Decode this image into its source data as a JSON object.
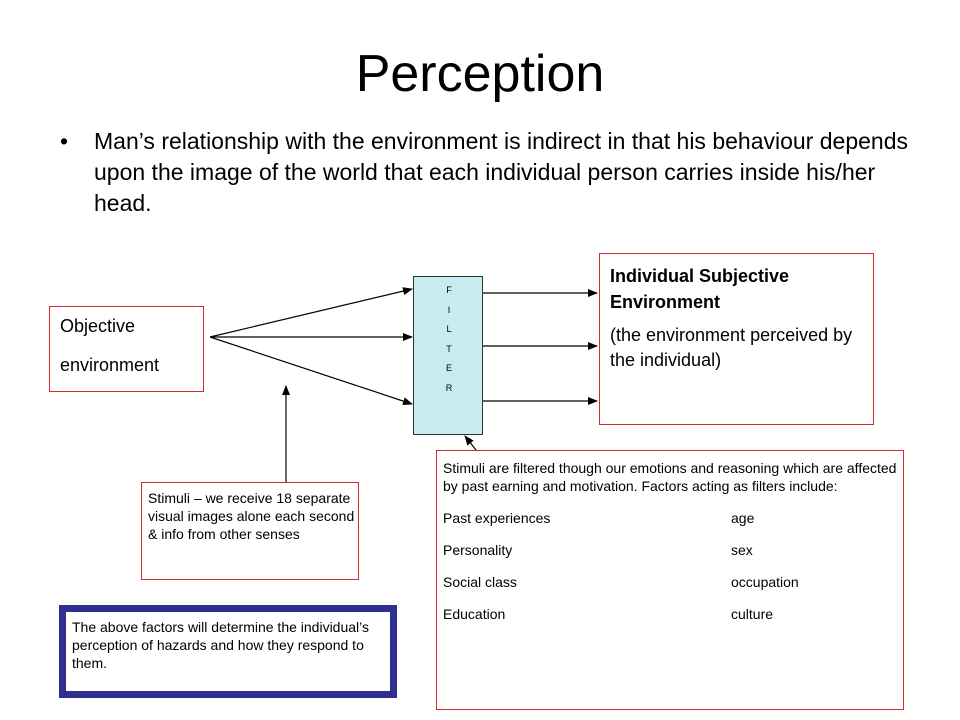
{
  "slide": {
    "title": "Perception",
    "bullet": "Man’s relationship with the environment is indirect in that his behaviour depends upon the image of the world that each individual person carries inside his/her head.",
    "bullet_symbol": "•"
  },
  "objective": {
    "line1": "Objective",
    "line2": "environment"
  },
  "filter": {
    "letters": [
      "F",
      "I",
      "L",
      "T",
      "E",
      "R"
    ],
    "fill_color": "#c6ecf2"
  },
  "subjective": {
    "title": "Individual  Subjective Environment",
    "description": "(the environment perceived by the individual)"
  },
  "stimuli": {
    "text": "Stimuli – we receive 18 separate visual images alone each second & info from other senses"
  },
  "filters_info": {
    "intro": "Stimuli are filtered though our emotions and reasoning which are affected by past earning and motivation. Factors acting as filters include:",
    "factors": [
      [
        "Past experiences",
        "age"
      ],
      [
        "Personality",
        "sex"
      ],
      [
        "Social class",
        "occupation"
      ],
      [
        "Education",
        "culture"
      ]
    ]
  },
  "summary": {
    "text": "The above factors will determine the individual’s perception of hazards and how they respond to them."
  },
  "colors": {
    "box_border": "#d9272e",
    "summary_border": "#2e2f8f",
    "filter_fill": "#c6ecf2"
  }
}
